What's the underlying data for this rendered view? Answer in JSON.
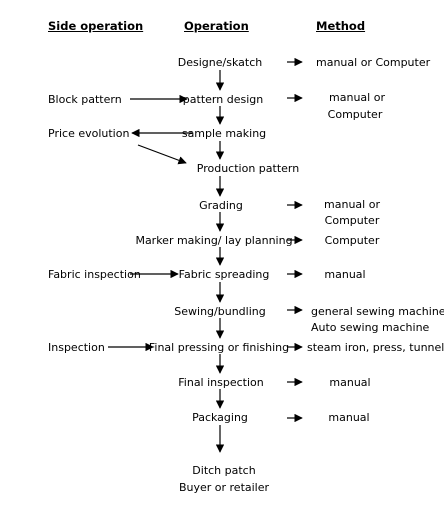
{
  "headers": {
    "side": "Side operation",
    "operation": "Operation",
    "method": "Method"
  },
  "operations": [
    "Designe/skatch",
    "pattern design",
    "sample making",
    "Production pattern",
    "Grading",
    "Marker making/ lay planning",
    "Fabric spreading",
    "Sewing/bundling",
    "Final pressing or finishing",
    "Final inspection",
    "Packaging",
    "Ditch patch",
    "Buyer or retailer"
  ],
  "side_operations": [
    "Block pattern",
    "Price evolution",
    "Fabric inspection",
    "Inspection"
  ],
  "methods": [
    "manual or Computer",
    "manual or",
    "Computer",
    "manual or",
    "Computer",
    "Computer",
    "manual",
    "general sewing machine",
    "Auto sewing machine",
    "steam iron, press, tunnel",
    "manual",
    "manual"
  ]
}
